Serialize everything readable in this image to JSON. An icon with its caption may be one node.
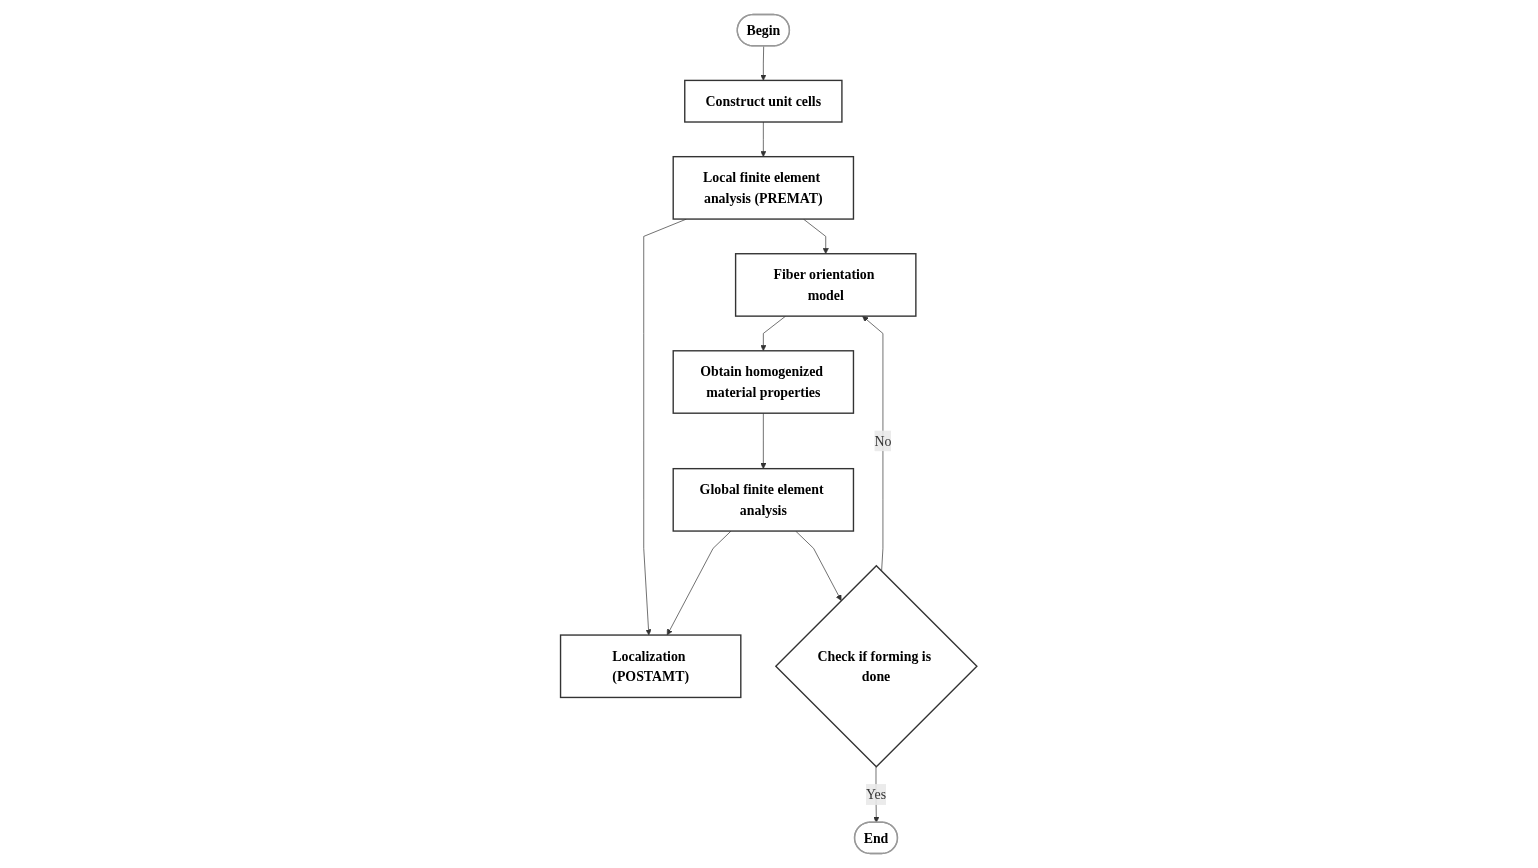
{
  "diagram": {
    "nodes": [
      {
        "text": [
          "Begin"
        ]
      },
      {
        "text": [
          "Construct unit cells"
        ]
      },
      {
        "text": [
          "Local finite element analysis (PREMAT)"
        ]
      },
      {
        "text": [
          "Fiber orientation model"
        ]
      },
      {
        "text": [
          "Obtain homogenized material properties"
        ]
      },
      {
        "text": [
          "Global finite element analysis"
        ]
      },
      {
        "text": [
          "Localization (POSTAMT)"
        ]
      },
      {
        "text": [
          "Check if forming is done"
        ]
      },
      {
        "text": [
          "End"
        ]
      }
    ],
    "edges": [
      {
        "from": 0,
        "to": 1,
        "arrow": "to"
      },
      {
        "from": 1,
        "to": 2,
        "arrow": "to"
      },
      {
        "from": 2,
        "to": 3,
        "arrow": "to"
      },
      {
        "from": 2,
        "to": 6,
        "arrow": "to"
      },
      {
        "from": 3,
        "to": 4,
        "arrow": "to"
      },
      {
        "from": 4,
        "to": 5,
        "arrow": "to"
      },
      {
        "from": 5,
        "to": 6,
        "arrow": "to"
      },
      {
        "from": 5,
        "to": 7,
        "arrow": "to"
      },
      {
        "from": 7,
        "to": 8,
        "arrow": "to",
        "label": "Yes"
      },
      {
        "from": 7,
        "to": 3,
        "arrow": "to",
        "label": "No"
      }
    ]
  }
}
